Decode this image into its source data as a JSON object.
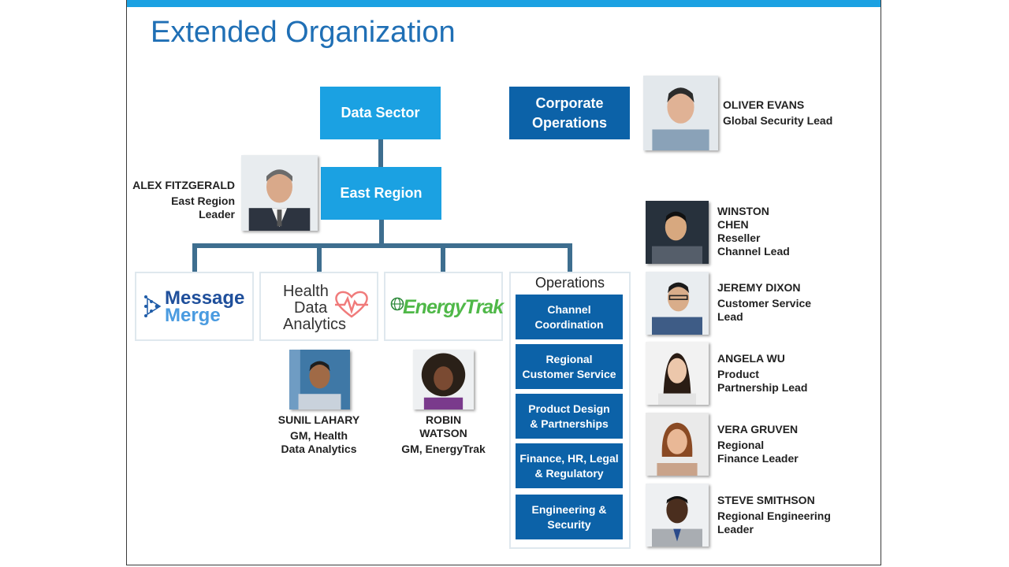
{
  "title": "Extended Organization",
  "colors": {
    "accent": "#1ba1e2",
    "dark_blue": "#0c62a8",
    "connector": "#3e6e8f",
    "title": "#1f6fb5"
  },
  "boxes": {
    "data_sector": "Data Sector",
    "east_region": "East Region",
    "corporate_operations": "Corporate\nOperations"
  },
  "people": {
    "alex": {
      "name": "ALEX FITZGERALD",
      "role": "East Region\nLeader"
    },
    "oliver": {
      "name": "OLIVER EVANS",
      "role": "Global Security Lead"
    },
    "sunil": {
      "name": "SUNIL LAHARY",
      "role": "GM, Health\nData Analytics"
    },
    "robin": {
      "name": "ROBIN\nWATSON",
      "role": "GM, EnergyTrak"
    },
    "winston": {
      "name": "WINSTON\nCHEN",
      "role": "Reseller\nChannel Lead"
    },
    "jeremy": {
      "name": "JEREMY DIXON",
      "role": "Customer Service\nLead"
    },
    "angela": {
      "name": "ANGELA WU",
      "role": "Product\nPartnership Lead"
    },
    "vera": {
      "name": "VERA GRUVEN",
      "role": "Regional\nFinance Leader"
    },
    "steve": {
      "name": "STEVE SMITHSON",
      "role": "Regional Engineering\nLeader"
    }
  },
  "logos": {
    "message_merge": {
      "line1": "Message",
      "line2": "Merge"
    },
    "health": {
      "line1": "Health",
      "line2": "Data",
      "line3": "Analytics"
    },
    "energytrak": "EnergyTrak"
  },
  "operations": {
    "title": "Operations",
    "items": [
      "Channel\nCoordination",
      "Regional\nCustomer Service",
      "Product Design\n& Partnerships",
      "Finance, HR, Legal\n& Regulatory",
      "Engineering &\nSecurity"
    ]
  }
}
